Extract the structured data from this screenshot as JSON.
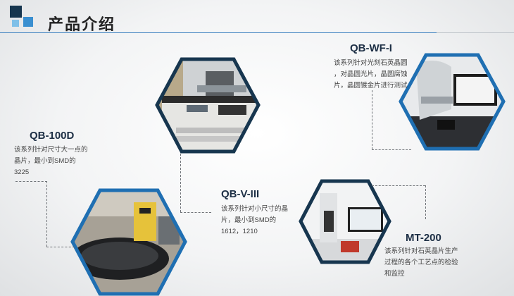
{
  "page": {
    "title": "产品介绍"
  },
  "colors": {
    "accent_blue": "#1f6fb2",
    "accent_cyan": "#4aa8d8",
    "dark_navy": "#17364f"
  },
  "products": [
    {
      "name": "QB-100D",
      "desc_lines": [
        "该系列针对尺寸大一点的",
        "晶片，最小到SMD的",
        "3225"
      ]
    },
    {
      "name": "QB-V-III",
      "desc_lines": [
        "该系列针对小尺寸的晶",
        "片，最小到SMD的",
        "1612，1210"
      ]
    },
    {
      "name": "QB-WF-I",
      "desc_lines": [
        "该系列针对光刻石英晶圆",
        "，对晶圆光片，晶圆腐蚀",
        "片，晶圆镀金片进行测试"
      ]
    },
    {
      "name": "MT-200",
      "desc_lines": [
        "该系列针对石英晶片生产",
        "过程的各个工艺点的检验",
        "和监控"
      ]
    }
  ]
}
